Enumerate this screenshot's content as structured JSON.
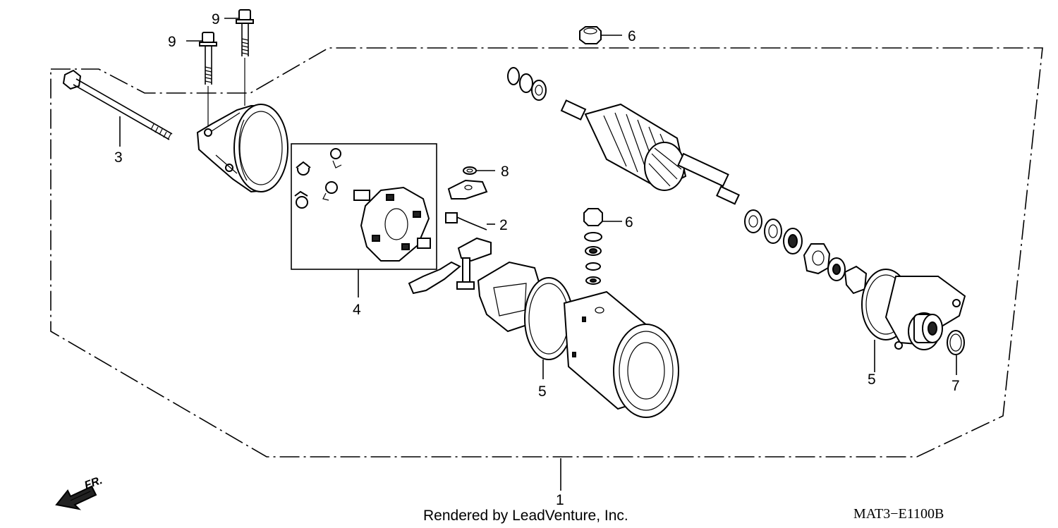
{
  "diagram": {
    "callouts": [
      {
        "id": "c9a",
        "label": "9"
      },
      {
        "id": "c9b",
        "label": "9"
      },
      {
        "id": "c6a",
        "label": "6"
      },
      {
        "id": "c3",
        "label": "3"
      },
      {
        "id": "c8",
        "label": "8"
      },
      {
        "id": "c2",
        "label": "2"
      },
      {
        "id": "c6b",
        "label": "6"
      },
      {
        "id": "c4",
        "label": "4"
      },
      {
        "id": "c5a",
        "label": "5"
      },
      {
        "id": "c5b",
        "label": "5"
      },
      {
        "id": "c7",
        "label": "7"
      },
      {
        "id": "c1",
        "label": "1"
      }
    ],
    "direction_label": "FR.",
    "footer": "Rendered by LeadVenture, Inc.",
    "diagram_code": "MAT3−E1100B"
  }
}
